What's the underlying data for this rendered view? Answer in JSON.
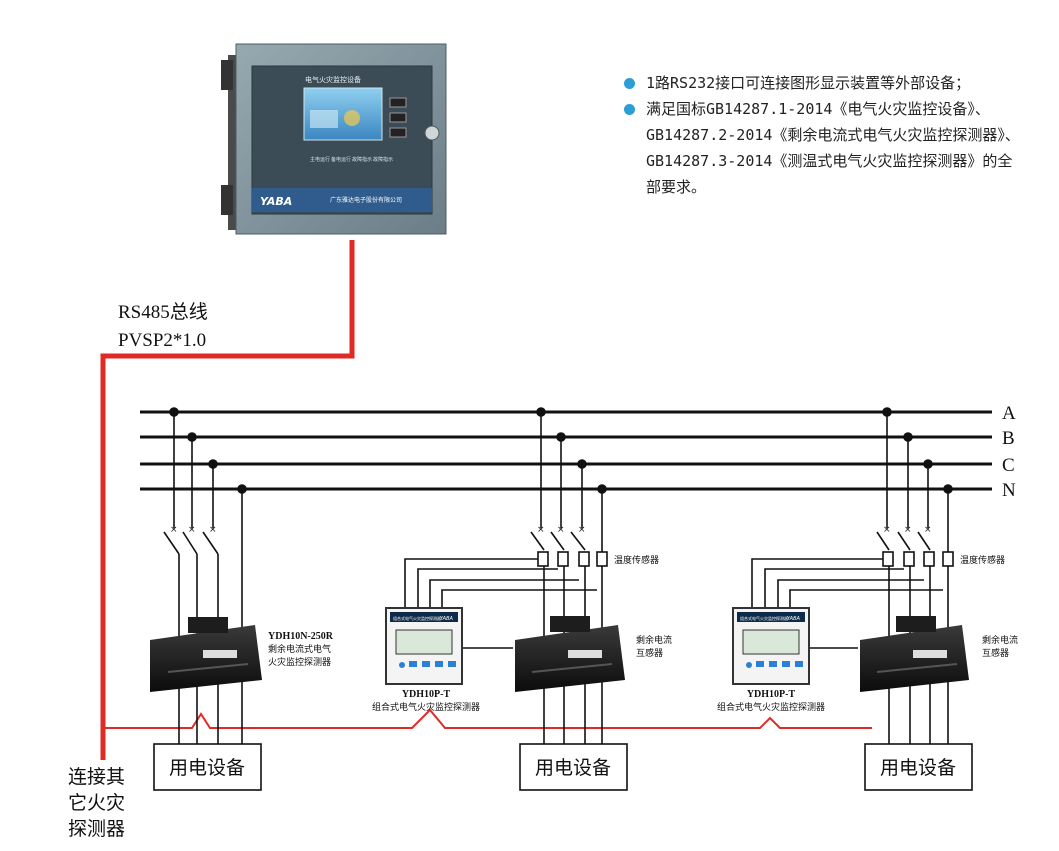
{
  "controller": {
    "title": "电气火灾监控设备",
    "brand": "YABA",
    "company": "广东雅达电子股份有限公司",
    "indicators": [
      "主电运行",
      "备电运行",
      "故障指示",
      "故障指示"
    ]
  },
  "bullets": [
    "1路RS232接口可连接图形显示装置等外部设备；",
    "满足国标GB14287.1-2014《电气火灾监控设备》、GB14287.2-2014《剩余电流式电气火灾监控探测器》、GB14287.3-2014《测温式电气火灾监控探测器》的全部要求。"
  ],
  "bus_label": [
    "RS485总线",
    "PVSP2*1.0"
  ],
  "phases": [
    "A",
    "B",
    "C",
    "N"
  ],
  "left_detector": {
    "model": "YDH10N-250R",
    "desc": [
      "剩余电流式电气",
      "火灾监控探测器"
    ]
  },
  "mid_detector": {
    "model": "YDH10P-T",
    "desc": "组合式电气火灾监控探测器",
    "brand": "YABA",
    "screen_title": "组合式电气火灾监控探测器"
  },
  "right_detector": {
    "model": "YDH10P-T",
    "desc": "组合式电气火灾监控探测器"
  },
  "temp_sensor": "温度传感器",
  "residual_ct": [
    "剩余电流",
    "互感器"
  ],
  "equipment": "用电设备",
  "connect_other": [
    "连接其",
    "它火灾",
    "探测器"
  ],
  "colors": {
    "bus": "#e02a24",
    "dot": "#2a9fd6",
    "line": "#111111",
    "panel": "#7d8f98"
  }
}
